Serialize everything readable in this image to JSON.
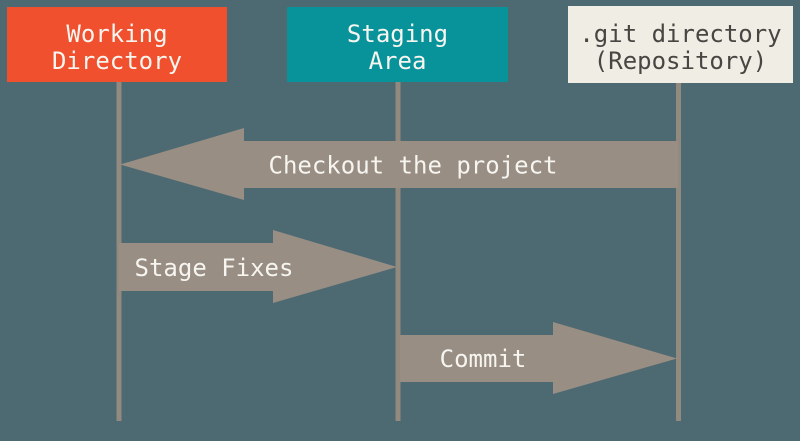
{
  "colors": {
    "background": "#4D6971",
    "working_box": "#F0502E",
    "staging_box": "#08939B",
    "repo_box": "#EFEDE4",
    "box_text_light": "#F7F5F0",
    "repo_text": "#494542",
    "arrow": "#988E84",
    "line": "#92897F",
    "arrow_text": "#F7F5F0"
  },
  "columns": [
    {
      "id": "working-directory",
      "line1": "Working",
      "line2": "Directory"
    },
    {
      "id": "staging-area",
      "line1": "Staging",
      "line2": "Area"
    },
    {
      "id": "git-directory",
      "line1": ".git directory",
      "line2": "(Repository)"
    }
  ],
  "arrows": [
    {
      "id": "checkout",
      "label": "Checkout the project",
      "from": "git-directory",
      "to": "working-directory",
      "direction": "left"
    },
    {
      "id": "stage-fixes",
      "label": "Stage Fixes",
      "from": "working-directory",
      "to": "staging-area",
      "direction": "right"
    },
    {
      "id": "commit",
      "label": "Commit",
      "from": "staging-area",
      "to": "git-directory",
      "direction": "right"
    }
  ]
}
